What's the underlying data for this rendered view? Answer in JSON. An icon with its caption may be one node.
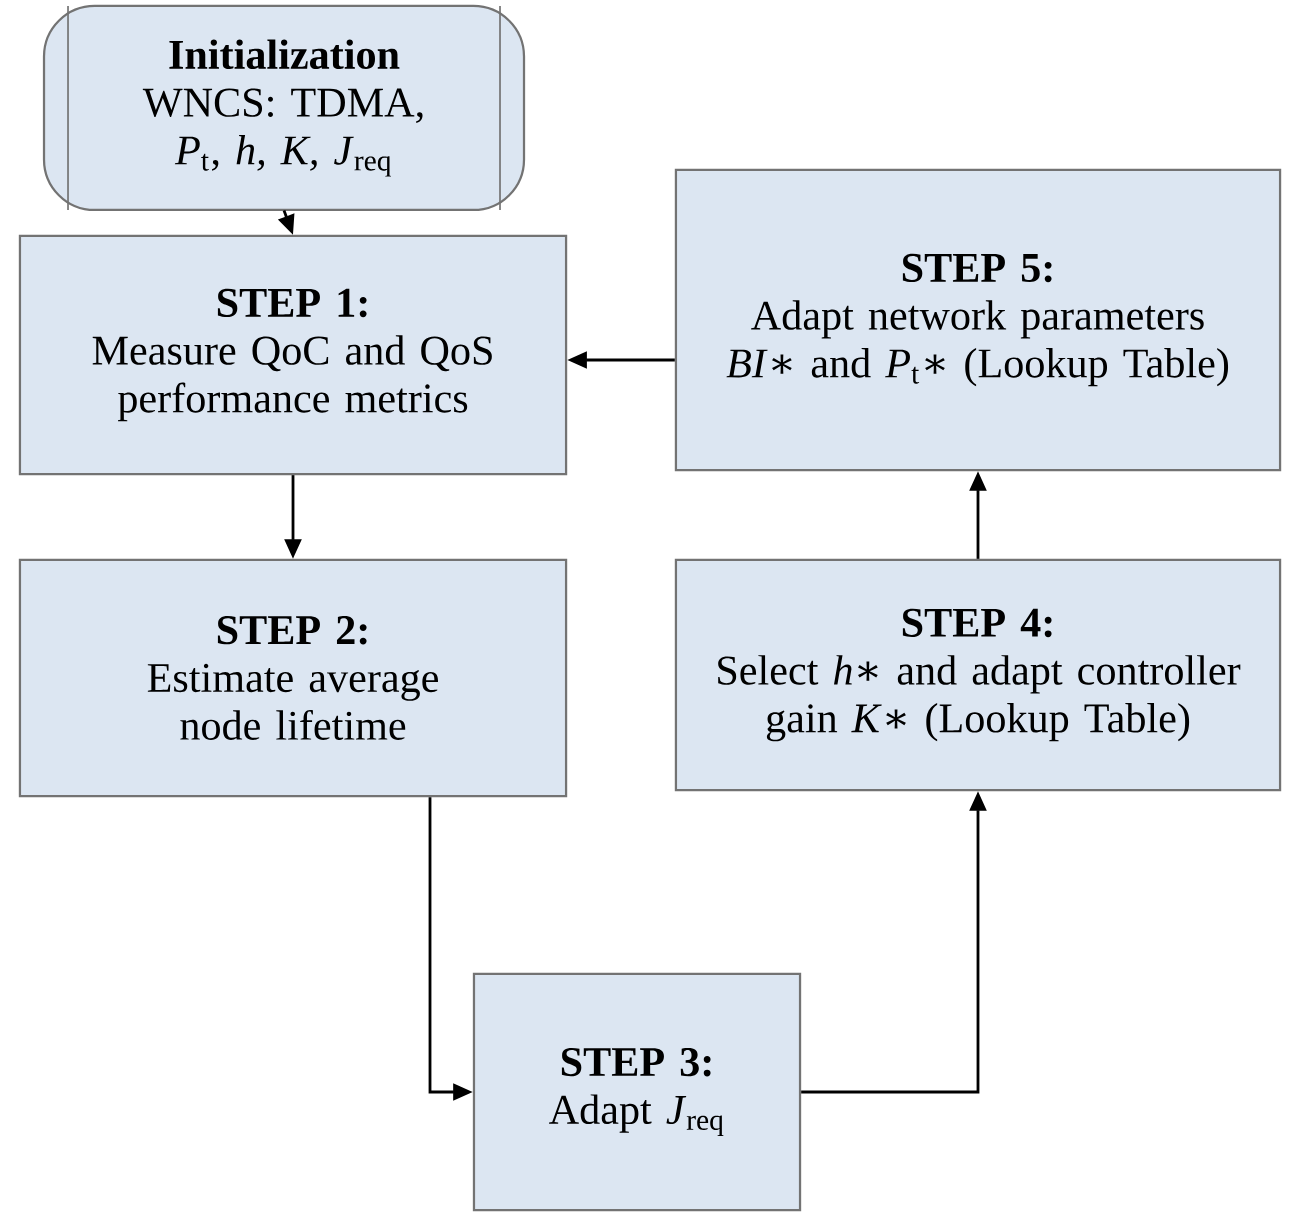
{
  "diagram": {
    "nodes": [
      {
        "text": [
          "Initialization",
          "WNCS: TDMA, *P*$_{t}$, *h, K, J*$_{req}$"
        ]
      },
      {
        "text": [
          "STEP 1:",
          "Measure QoC and QoS performance metrics"
        ]
      },
      {
        "text": [
          "STEP 5:",
          "Adapt network parameters *BI*∗ and *P*$_{t}$∗ (Lookup Table)"
        ]
      },
      {
        "text": [
          "STEP 2:",
          "Estimate average node lifetime"
        ]
      },
      {
        "text": [
          "STEP 4:",
          "Select *h*∗ and adapt controller gain *K*∗ (Lookup Table)"
        ]
      },
      {
        "text": [
          "STEP 3:",
          "Adapt *J*$_{req}$"
        ]
      }
    ],
    "edges": [
      {
        "from": 0,
        "to": 1,
        "arrow": "to"
      },
      {
        "from": 2,
        "to": 1,
        "arrow": "to"
      },
      {
        "from": 1,
        "to": 3,
        "arrow": "to"
      },
      {
        "from": 3,
        "to": 5,
        "arrow": "to"
      },
      {
        "from": 5,
        "to": 4,
        "arrow": "to"
      },
      {
        "from": 4,
        "to": 2,
        "arrow": "to"
      }
    ]
  }
}
